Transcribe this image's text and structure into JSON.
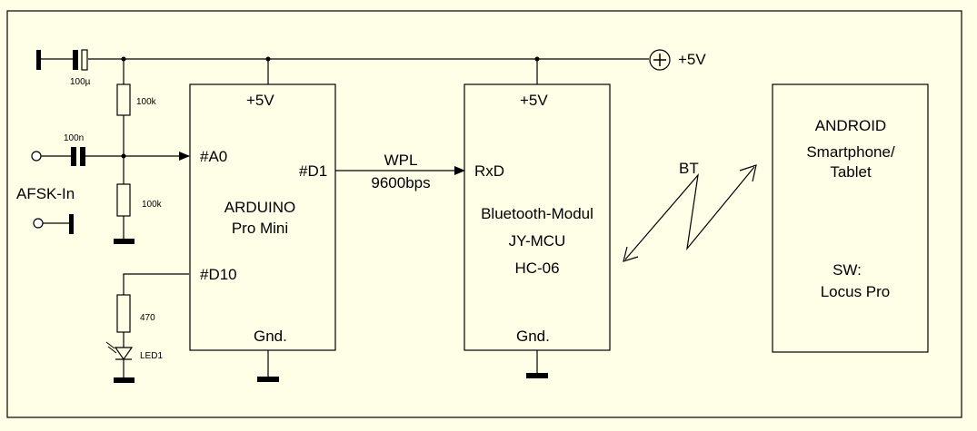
{
  "colors": {
    "background": "#ffffe8",
    "ink": "#000000"
  },
  "supply": {
    "label": "+5V",
    "symbol": "+"
  },
  "input": {
    "label": "AFSK-In",
    "cap_in": "100n",
    "cap_supply": "100µ",
    "r_top": "100k",
    "r_bottom": "100k"
  },
  "led": {
    "resistor": "470",
    "name": "LED1"
  },
  "arduino": {
    "vcc": "+5V",
    "title": "ARDUINO",
    "subtitle": "Pro Mini",
    "pin_a0": "#A0",
    "pin_d1": "#D1",
    "pin_d10": "#D10",
    "gnd": "Gnd."
  },
  "link": {
    "protocol": "WPL",
    "baud": "9600bps"
  },
  "bluetooth": {
    "vcc": "+5V",
    "pin_rx": "RxD",
    "line1": "Bluetooth-Modul",
    "line2": "JY-MCU",
    "line3": "HC-06",
    "gnd": "Gnd."
  },
  "wireless": {
    "label": "BT"
  },
  "android": {
    "title": "ANDROID",
    "line2": "Smartphone/",
    "line3": "Tablet",
    "sw_label": "SW:",
    "sw_name": "Locus Pro"
  }
}
